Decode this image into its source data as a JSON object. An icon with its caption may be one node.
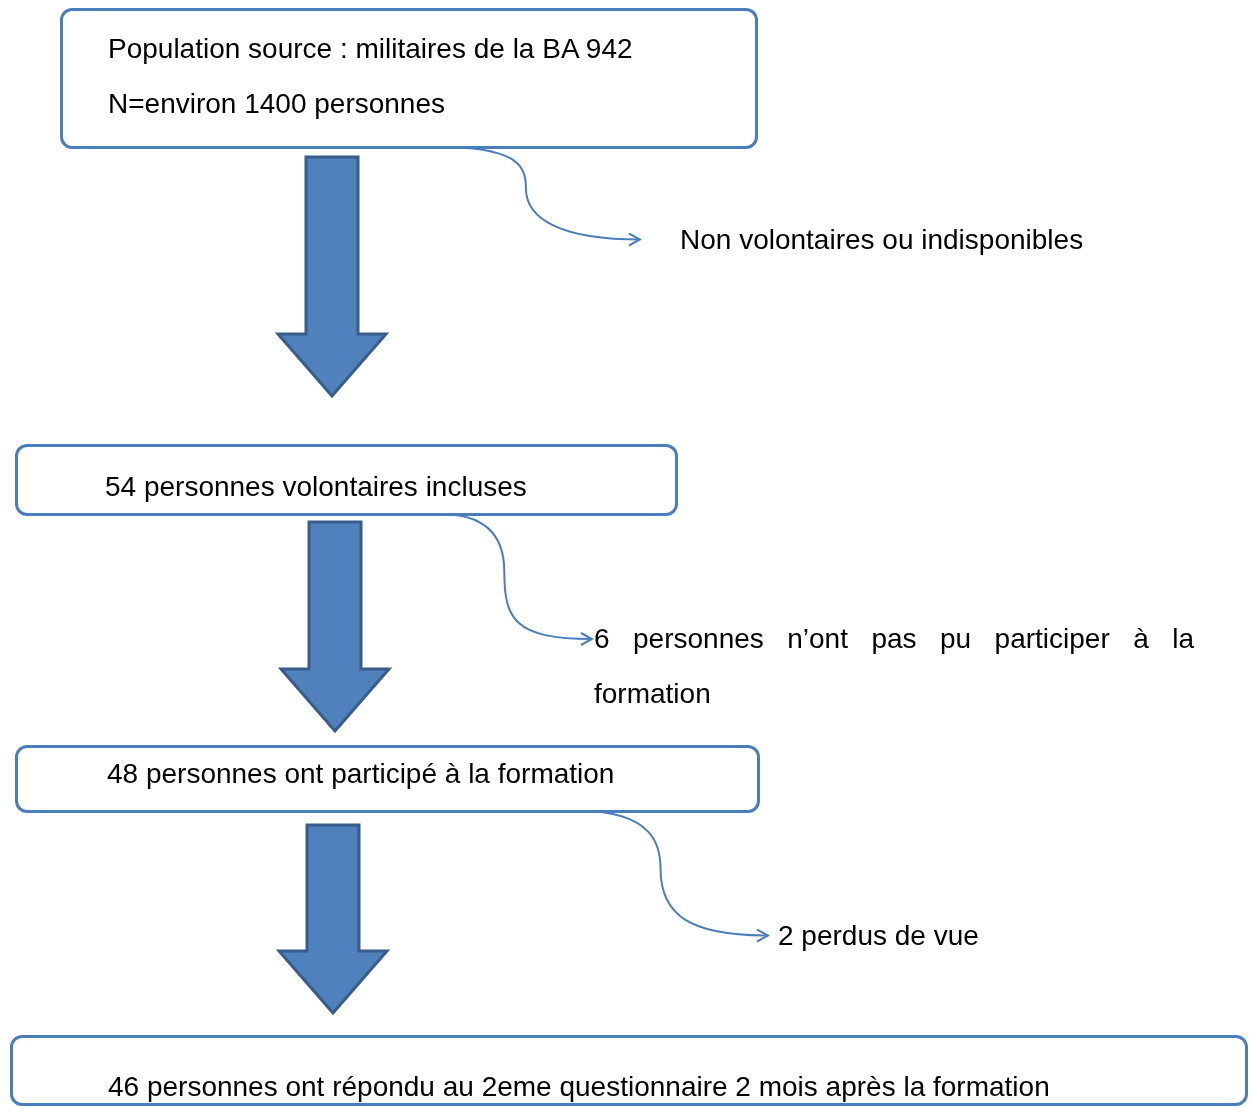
{
  "diagram": {
    "nodes": [
      {
        "text": [
          "Population source : militaires de la BA 942",
          "N=environ 1400 personnes"
        ]
      },
      {
        "text": [
          "Non volontaires ou indisponibles"
        ]
      },
      {
        "text": [
          "54 personnes volontaires incluses"
        ]
      },
      {
        "text": [
          "6 personnes n’ont pas pu participer à la formation"
        ]
      },
      {
        "text": [
          "48 personnes ont participé à la formation"
        ]
      },
      {
        "text": [
          "2 perdus de vue"
        ]
      },
      {
        "text": [
          "46 personnes ont répondu au 2eme questionnaire 2 mois après la formation"
        ]
      }
    ],
    "edges": [
      {
        "from": 0,
        "to": 2,
        "arrow": "to",
        "style": "thick"
      },
      {
        "from": 0,
        "to": 1,
        "arrow": "to"
      },
      {
        "from": 2,
        "to": 4,
        "arrow": "to",
        "style": "thick"
      },
      {
        "from": 2,
        "to": 3,
        "arrow": "to"
      },
      {
        "from": 4,
        "to": 6,
        "arrow": "to",
        "style": "thick"
      },
      {
        "from": 4,
        "to": 5,
        "arrow": "to"
      }
    ]
  }
}
